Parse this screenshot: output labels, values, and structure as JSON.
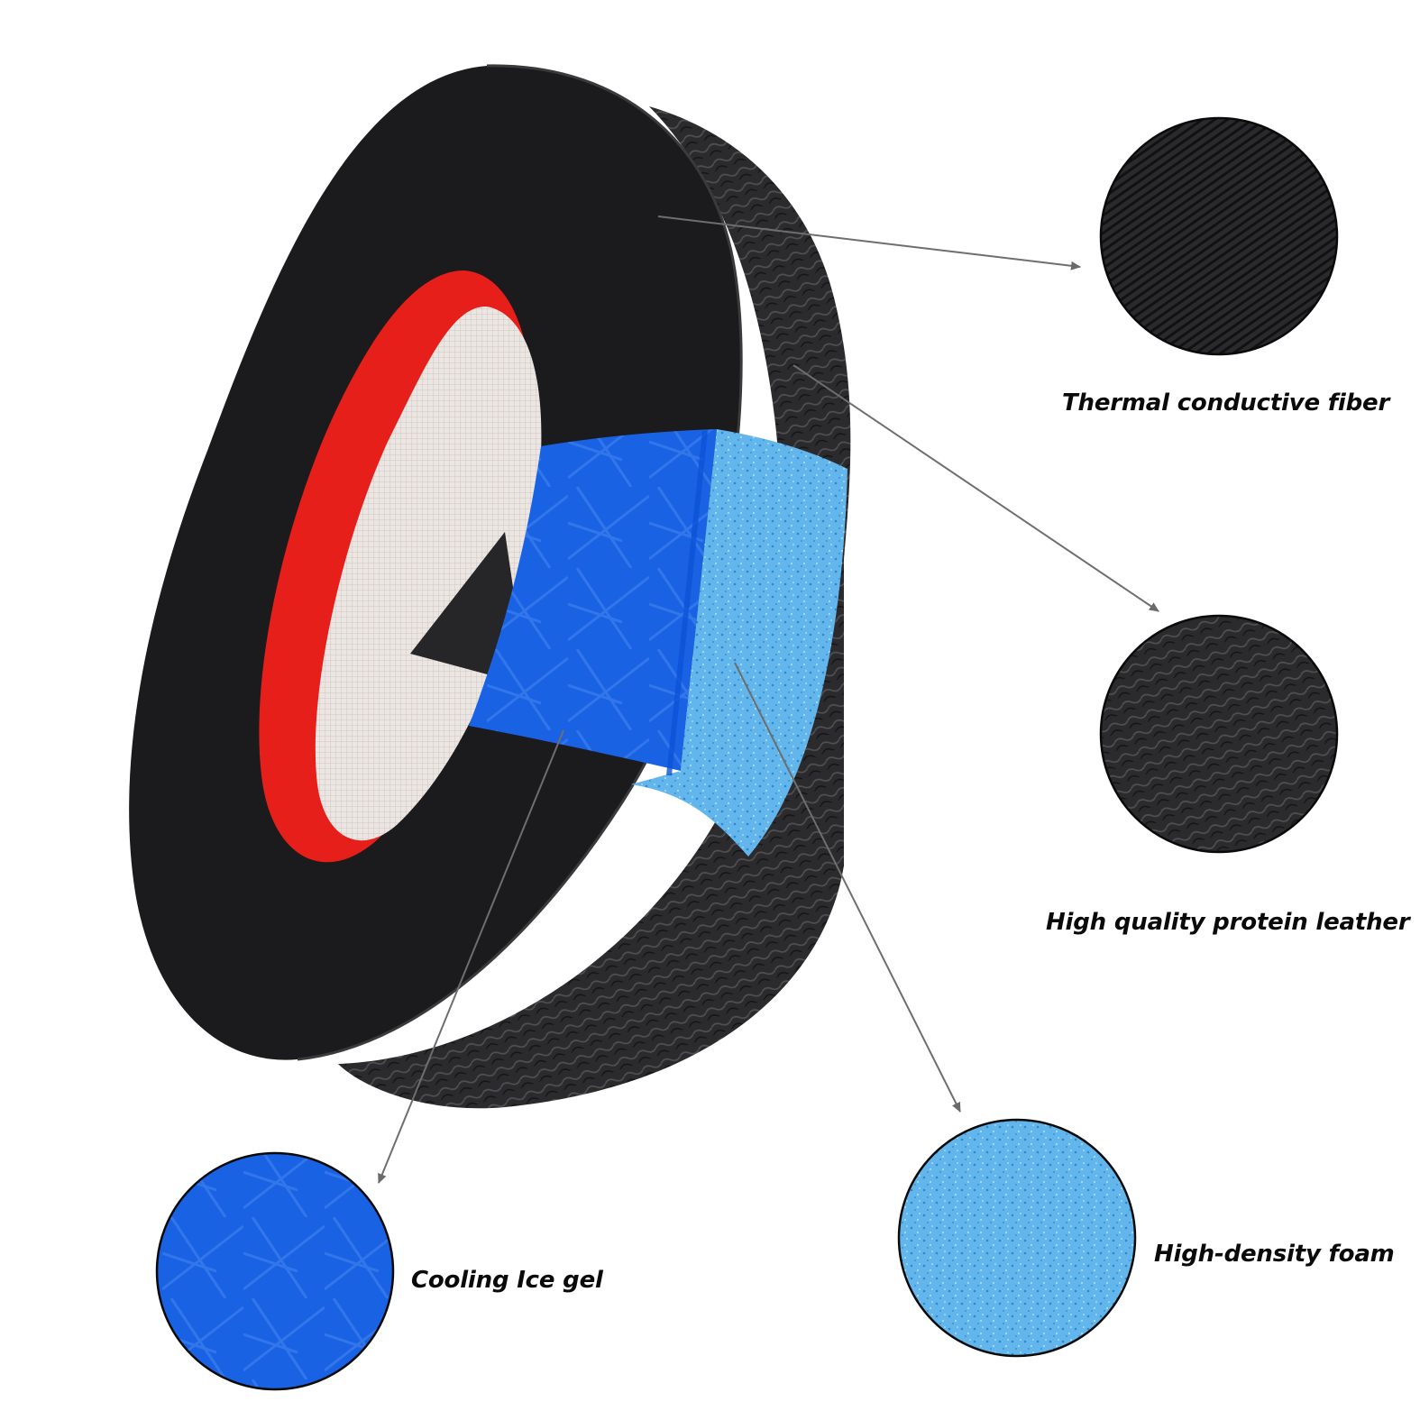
{
  "labels": {
    "fiber": "Thermal conductive fiber",
    "leather": "High quality protein leather",
    "gel": "Cooling Ice gel",
    "foam": "High-density foam"
  },
  "colors": {
    "background": "#ffffff",
    "cushion_black": "#1c1c1e",
    "inner_red": "#e8201c",
    "mesh_pink": "#ebe4e2",
    "gel_blue": "#1a63e6",
    "foam_blue": "#5fb3ea",
    "leader_line": "#6e6e6e"
  },
  "materials": [
    {
      "label_key": "fiber",
      "swatch_texture": "diagonal-weave"
    },
    {
      "label_key": "leather",
      "swatch_texture": "pebbled-leather"
    },
    {
      "label_key": "gel",
      "swatch_texture": "translucent-gel"
    },
    {
      "label_key": "foam",
      "swatch_texture": "speckled-foam"
    }
  ]
}
